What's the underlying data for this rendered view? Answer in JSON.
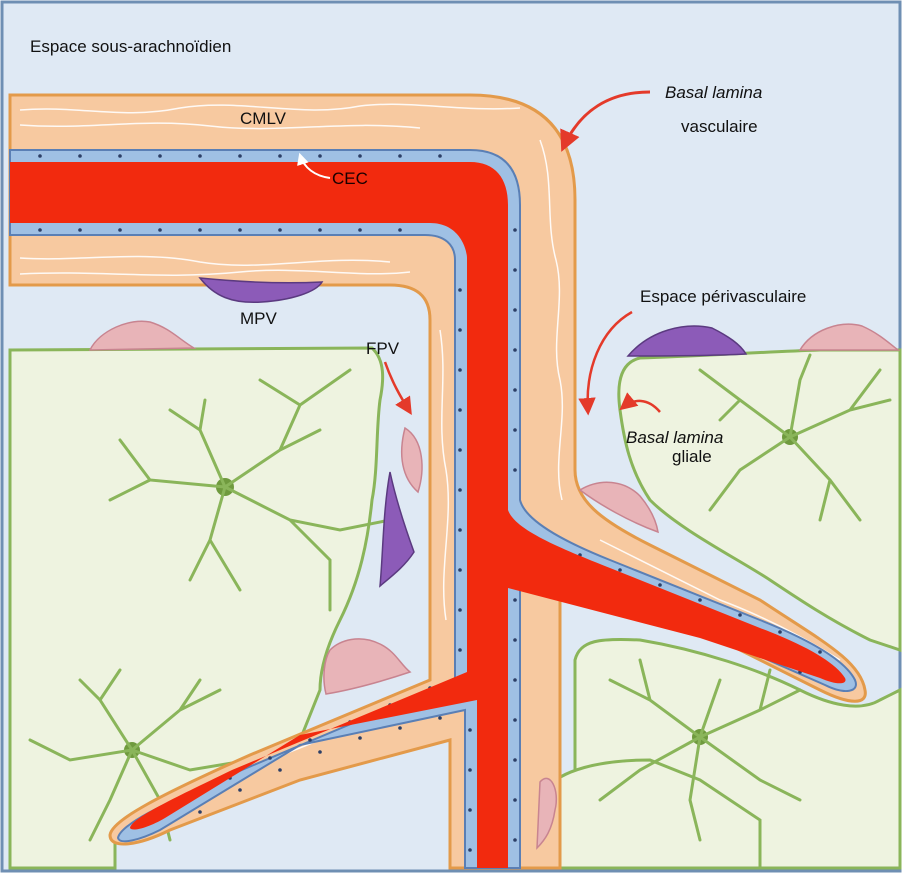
{
  "labels": {
    "subarachnoid": "Espace sous-arachnoïdien",
    "cmlv": "CMLV",
    "cec": "CEC",
    "basal_vasc_line1": "Basal lamina",
    "basal_vasc_line2": "vasculaire",
    "mpv": "MPV",
    "fpv": "FPV",
    "perivascular": "Espace périvasculaire",
    "basal_glial_line1": "Basal lamina",
    "basal_glial_line2": "gliale"
  },
  "colors": {
    "background": "#dfe9f4",
    "frame": "#6f8fb3",
    "tissue": "#eef3e0",
    "glia": "#8ab55a",
    "smooth_muscle": "#f7c9a0",
    "smooth_muscle_edge": "#e39a4a",
    "endothelium": "#9fc0e4",
    "endothelium_edge": "#5a7fb5",
    "blood": "#f22a0e",
    "macrophage": "#8c5bb8",
    "fibroblast": "#e8b4b8",
    "arrow": "#e43a2a"
  }
}
